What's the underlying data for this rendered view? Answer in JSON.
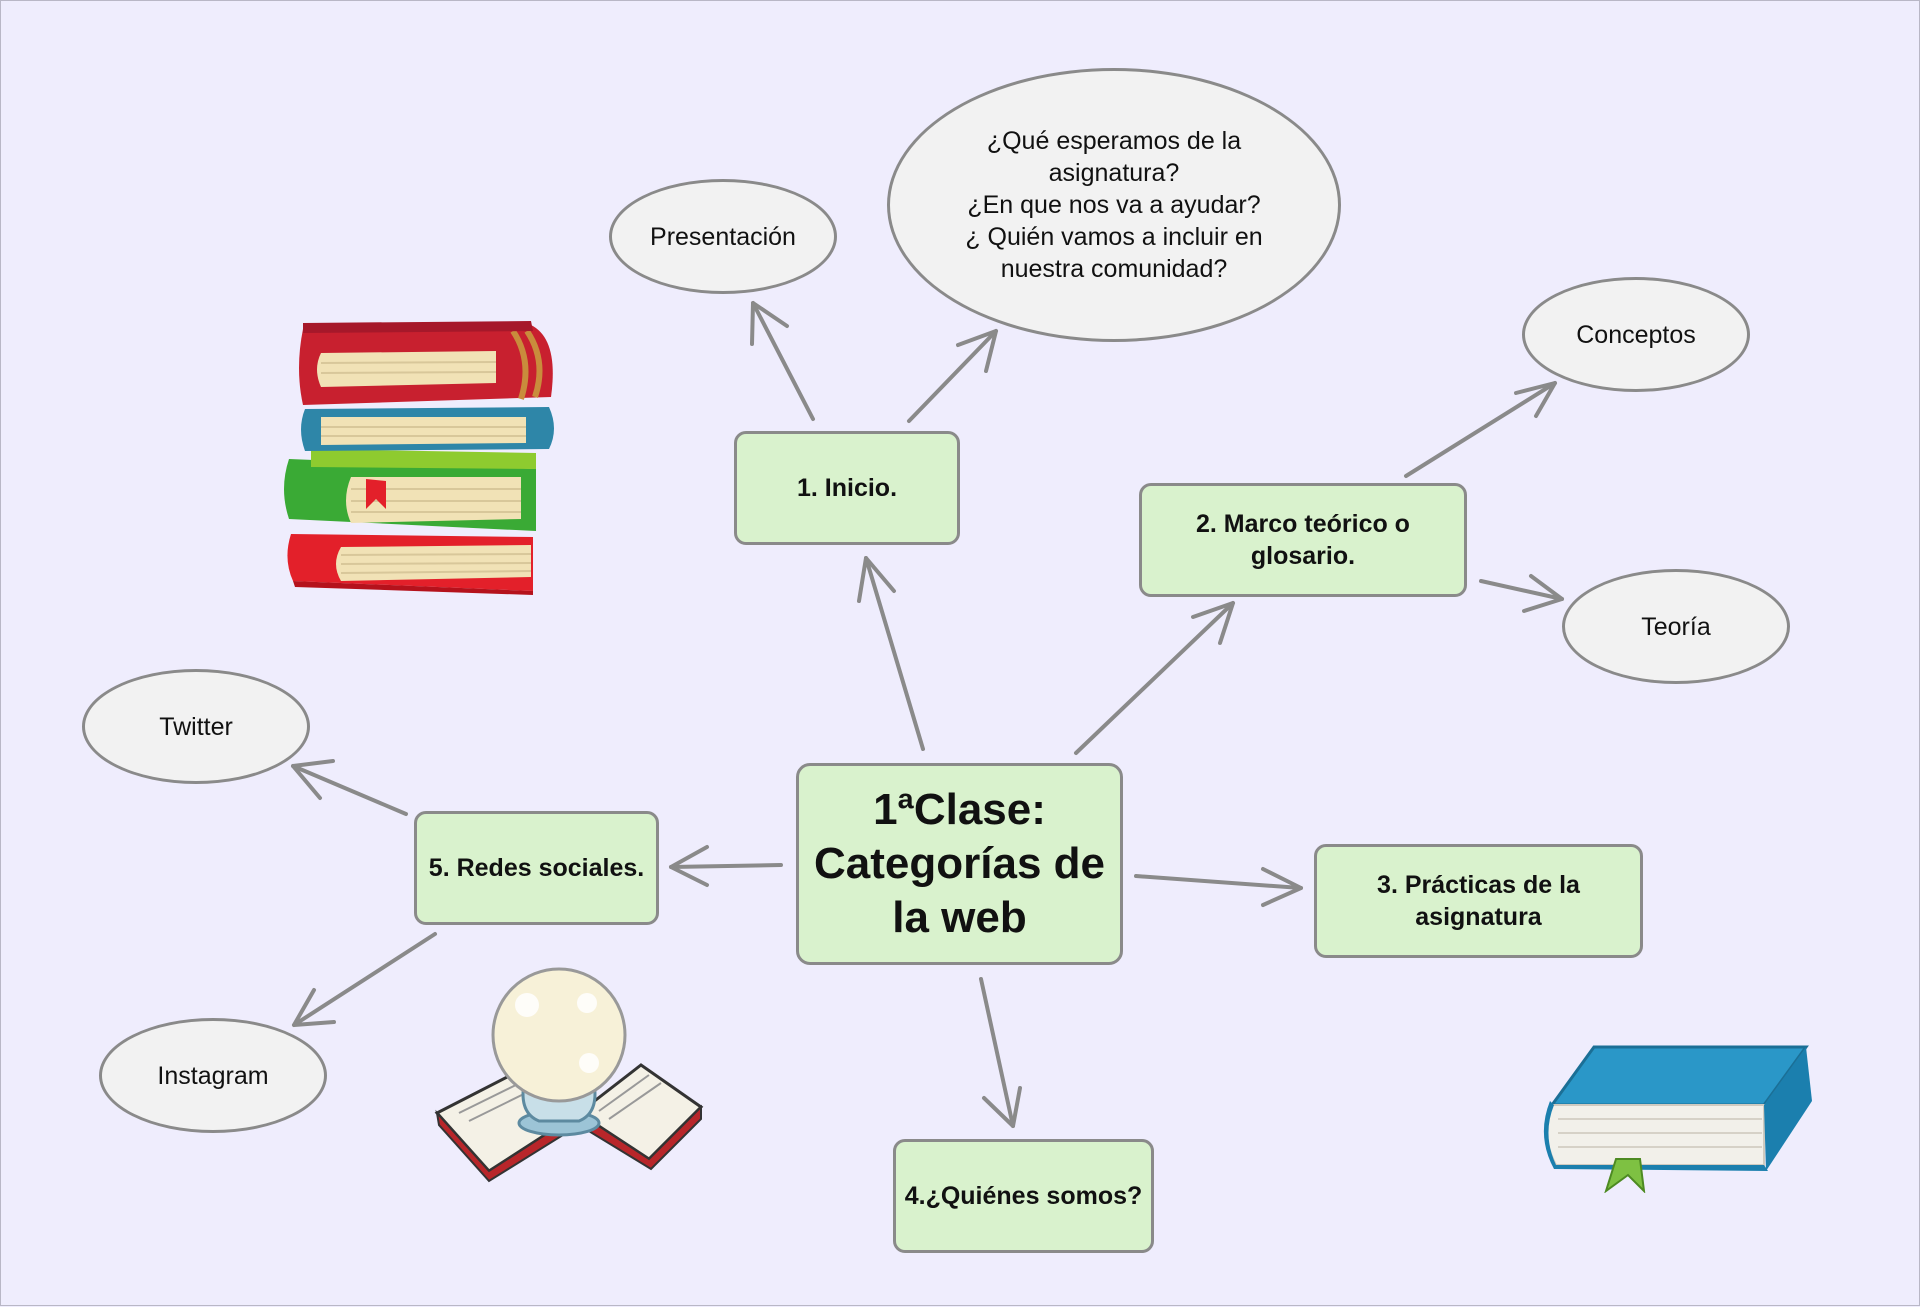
{
  "diagram": {
    "center": {
      "label": "1ªClase:\nCategorías de\nla web"
    },
    "branches": {
      "inicio": {
        "label": "1. Inicio."
      },
      "marco": {
        "label": "2. Marco teórico o\nglosario."
      },
      "practicas": {
        "label": "3. Prácticas de la\nasignatura"
      },
      "quienes": {
        "label": "4.¿Quiénes somos?"
      },
      "redes": {
        "label": "5. Redes sociales."
      }
    },
    "leaves": {
      "presentacion": {
        "label": "Presentación"
      },
      "preguntas": {
        "label": "¿Qué esperamos de la\nasignatura?\n¿En que nos va a ayudar?\n¿ Quién vamos a incluir en\nnuestra comunidad?"
      },
      "conceptos": {
        "label": "Conceptos"
      },
      "teoria": {
        "label": "Teoría"
      },
      "twitter": {
        "label": "Twitter"
      },
      "instagram": {
        "label": "Instagram"
      }
    },
    "colors": {
      "background": "#efedfd",
      "box_fill": "#d9f2cd",
      "ellipse_fill": "#f2f2f2",
      "stroke": "#8a8a8a"
    }
  }
}
